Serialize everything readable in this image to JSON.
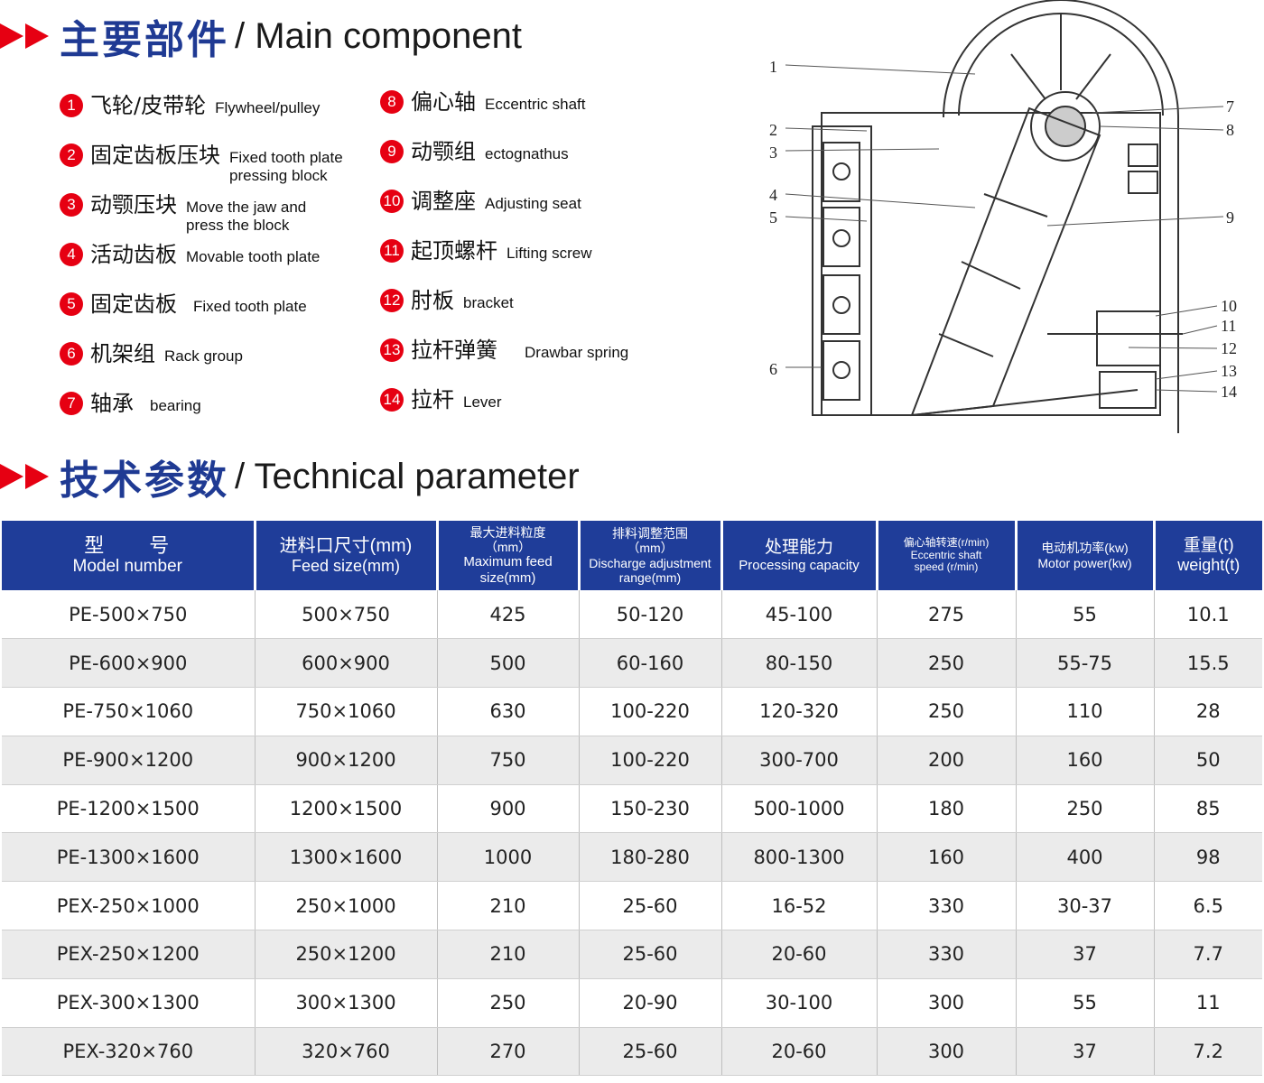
{
  "section1": {
    "title_cn": "主要部件",
    "title_en": "/ Main component"
  },
  "components": [
    {
      "num": "1",
      "cn": "飞轮/皮带轮",
      "en": "Flywheel/pulley"
    },
    {
      "num": "2",
      "cn": "固定齿板压块",
      "en": "Fixed tooth plate\n pressing block"
    },
    {
      "num": "3",
      "cn": "动颚压块",
      "en": "Move the jaw and\npress the block"
    },
    {
      "num": "4",
      "cn": "活动齿板",
      "en": "Movable tooth plate"
    },
    {
      "num": "5",
      "cn": "固定齿板",
      "en": "Fixed tooth plate"
    },
    {
      "num": "6",
      "cn": "机架组",
      "en": "Rack group"
    },
    {
      "num": "7",
      "cn": "轴承",
      "en": "bearing"
    },
    {
      "num": "8",
      "cn": "偏心轴",
      "en": "Eccentric shaft"
    },
    {
      "num": "9",
      "cn": "动颚组",
      "en": "ectognathus"
    },
    {
      "num": "10",
      "cn": "调整座",
      "en": "Adjusting seat"
    },
    {
      "num": "11",
      "cn": "起顶螺杆",
      "en": "Lifting screw"
    },
    {
      "num": "12",
      "cn": "肘板",
      "en": "bracket"
    },
    {
      "num": "13",
      "cn": "拉杆弹簧",
      "en": "Drawbar spring"
    },
    {
      "num": "14",
      "cn": "拉杆",
      "en": "Lever"
    }
  ],
  "diagram_labels": [
    "1",
    "2",
    "3",
    "4",
    "5",
    "6",
    "7",
    "8",
    "9",
    "10",
    "11",
    "12",
    "13",
    "14"
  ],
  "section2": {
    "title_cn": "技术参数",
    "title_en": "/ Technical parameter"
  },
  "table": {
    "headers": [
      {
        "cn": "型　　号",
        "en": "Model number"
      },
      {
        "cn": "进料口尺寸(mm)",
        "en": "Feed size(mm)"
      },
      {
        "cn": "最大进料粒度\n（mm）",
        "en": "Maximum feed\nsize(mm)"
      },
      {
        "cn": "排料调整范围\n（mm）",
        "en": "Discharge adjustment\nrange(mm)"
      },
      {
        "cn": "处理能力",
        "en": "Processing capacity"
      },
      {
        "cn": "偏心轴转速(r/min)",
        "en": "Eccentric shaft\nspeed (r/min)"
      },
      {
        "cn": "电动机功率(kw)",
        "en": "Motor power(kw)"
      },
      {
        "cn": "重量(t)",
        "en": "weight(t)"
      }
    ],
    "rows": [
      [
        "PE-500×750",
        "500×750",
        "425",
        "50-120",
        "45-100",
        "275",
        "55",
        "10.1"
      ],
      [
        "PE-600×900",
        "600×900",
        "500",
        "60-160",
        "80-150",
        "250",
        "55-75",
        "15.5"
      ],
      [
        "PE-750×1060",
        "750×1060",
        "630",
        "100-220",
        "120-320",
        "250",
        "110",
        "28"
      ],
      [
        "PE-900×1200",
        "900×1200",
        "750",
        "100-220",
        "300-700",
        "200",
        "160",
        "50"
      ],
      [
        "PE-1200×1500",
        "1200×1500",
        "900",
        "150-230",
        "500-1000",
        "180",
        "250",
        "85"
      ],
      [
        "PE-1300×1600",
        "1300×1600",
        "1000",
        "180-280",
        "800-1300",
        "160",
        "400",
        "98"
      ],
      [
        "PEX-250×1000",
        "250×1000",
        "210",
        "25-60",
        "16-52",
        "330",
        "30-37",
        "6.5"
      ],
      [
        "PEX-250×1200",
        "250×1200",
        "210",
        "25-60",
        "20-60",
        "330",
        "37",
        "7.7"
      ],
      [
        "PEX-300×1300",
        "300×1300",
        "250",
        "20-90",
        "30-100",
        "300",
        "55",
        "11"
      ],
      [
        "PEX-320×760",
        "320×760",
        "270",
        "25-60",
        "20-60",
        "300",
        "37",
        "7.2"
      ]
    ]
  },
  "colors": {
    "accent_red": "#e60012",
    "header_blue": "#1f3d99",
    "title_blue": "#1f3a93"
  }
}
